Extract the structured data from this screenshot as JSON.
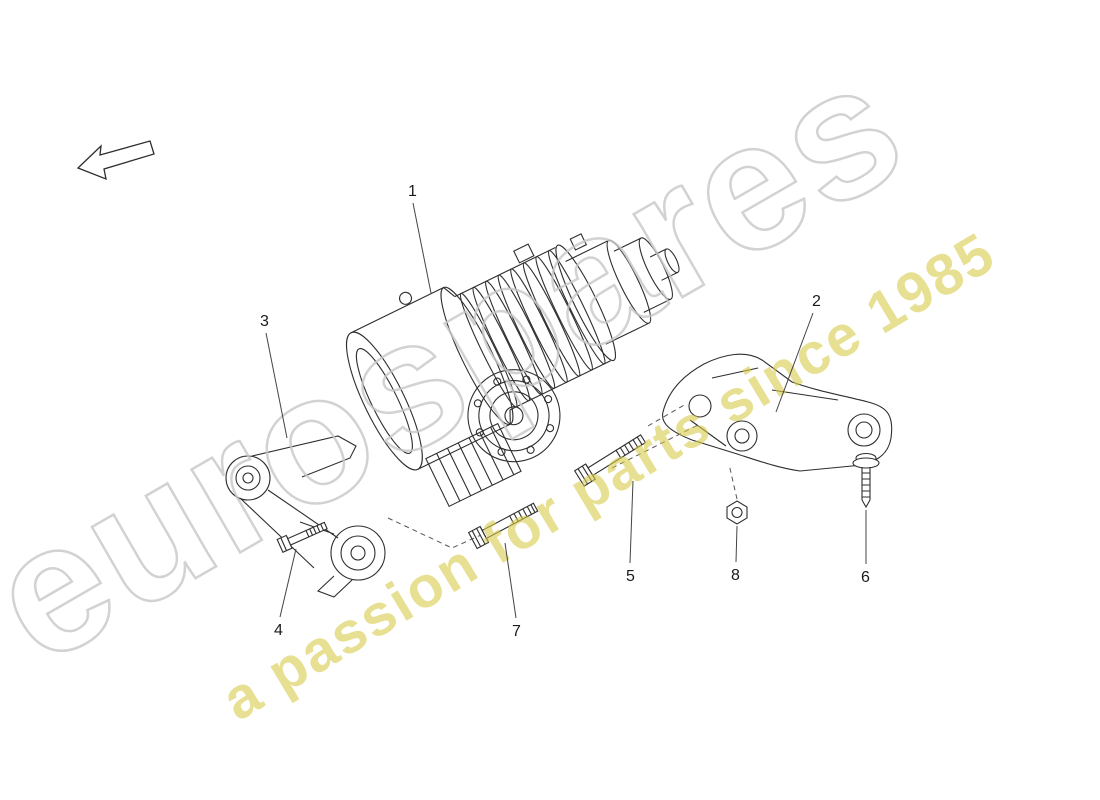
{
  "watermark": {
    "brand": "eurospares",
    "tagline": "a passion for parts since 1985",
    "brand_color": "#c7c7c7",
    "tagline_color": "#d8cc4a"
  },
  "callouts": [
    {
      "label": "1"
    },
    {
      "label": "2"
    },
    {
      "label": "3"
    },
    {
      "label": "4"
    },
    {
      "label": "5"
    },
    {
      "label": "6"
    },
    {
      "label": "7"
    },
    {
      "label": "8"
    }
  ]
}
